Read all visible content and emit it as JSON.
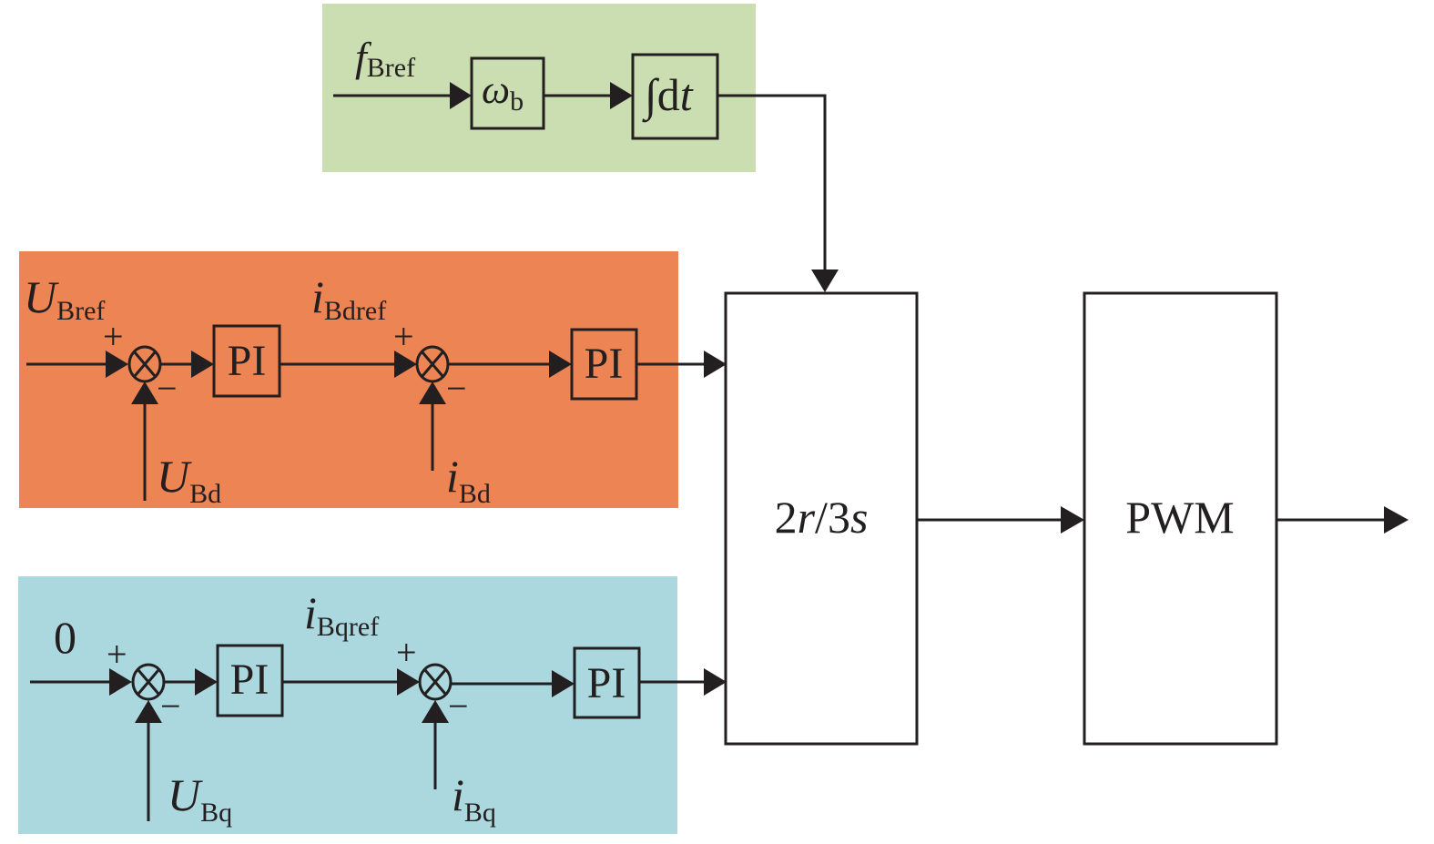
{
  "colors": {
    "frequency_panel": "#cadeb1",
    "d_axis_panel": "#ec8553",
    "q_axis_panel": "#abd7de",
    "stroke": "#231f20"
  },
  "frequency_loop": {
    "input_main": "f",
    "input_sub": "Bref",
    "gain_main": "ω",
    "gain_sub": "b",
    "integrator_label": "∫d",
    "integrator_var": "t"
  },
  "d_axis": {
    "ref_main": "U",
    "ref_sub": "Bref",
    "feedback1_main": "U",
    "feedback1_sub": "Bd",
    "mid_ref_main": "i",
    "mid_ref_sub": "Bdref",
    "feedback2_main": "i",
    "feedback2_sub": "Bd",
    "controller1": "PI",
    "controller2": "PI",
    "plus": "+",
    "minus": "−"
  },
  "q_axis": {
    "ref_value": "0",
    "feedback1_main": "U",
    "feedback1_sub": "Bq",
    "mid_ref_main": "i",
    "mid_ref_sub": "Bqref",
    "feedback2_main": "i",
    "feedback2_sub": "Bq",
    "controller1": "PI",
    "controller2": "PI",
    "plus": "+",
    "minus": "−"
  },
  "transform_block": {
    "label_2": "2",
    "label_r": "r",
    "label_slash3": "/3",
    "label_s": "s"
  },
  "pwm_block": {
    "label": "PWM"
  }
}
